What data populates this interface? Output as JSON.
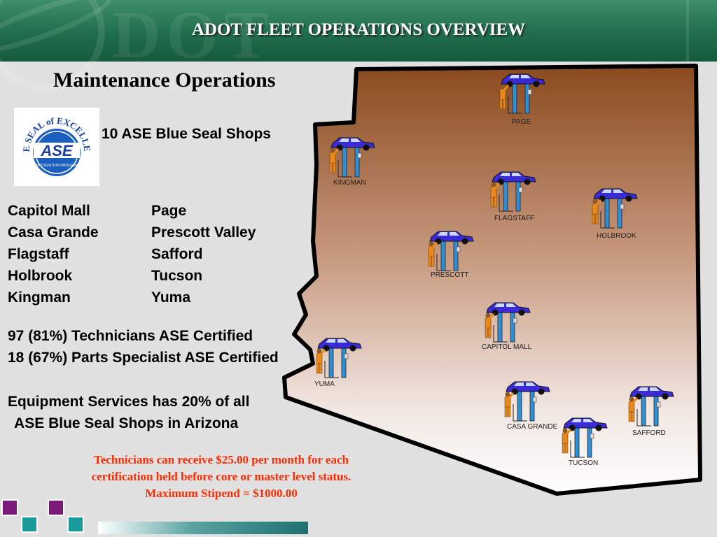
{
  "header": {
    "title": "ADOT FLEET OPERATIONS OVERVIEW",
    "watermark": "DOT"
  },
  "section_title": "Maintenance Operations",
  "ase_logo": {
    "ring_text": "BLUE SEAL of EXCELLENCE",
    "center": "ASE",
    "sub": "RECOGNITION PROGRAM"
  },
  "ase_shops_count": "10 ASE Blue Seal Shops",
  "shops_col1": [
    "Capitol Mall",
    "Casa Grande",
    "Flagstaff",
    "Holbrook",
    "Kingman"
  ],
  "shops_col2": [
    "Page",
    "Prescott Valley",
    "Safford",
    "Tucson",
    "Yuma"
  ],
  "stats": {
    "technicians": "97 (81%) Technicians ASE Certified",
    "parts": "18 (67%) Parts Specialist ASE Certified",
    "equipment_line1": "Equipment Services has 20% of all",
    "equipment_line2": " ASE Blue Seal Shops in Arizona"
  },
  "note": {
    "line1": "Technicians can receive $25.00 per month for each",
    "line2": "certification held before core or master level status.",
    "line3": "Maximum Stipend = $1000.00"
  },
  "map_labels": {
    "page": "PAGE",
    "kingman": "KINGMAN",
    "flagstaff": "FLAGSTAFF",
    "holbrook": "HOLBROOK",
    "prescott": "PRESCOTT",
    "capitol_mall": "CAPITOL MALL",
    "yuma": "YUMA",
    "casa_grande": "CASA GRANDE",
    "safford": "SAFFORD",
    "tucson": "TUCSON"
  },
  "colors": {
    "banner_green": "#1f6d4c",
    "map_top": "#8a4a1e",
    "note_red": "#ff2a00",
    "car_blue": "#3a2bd6",
    "lift_blue": "#2f8fd6",
    "mechanic_orange": "#e8891c",
    "square_purple": "#7a1a7a",
    "square_teal": "#1a9a9a"
  }
}
